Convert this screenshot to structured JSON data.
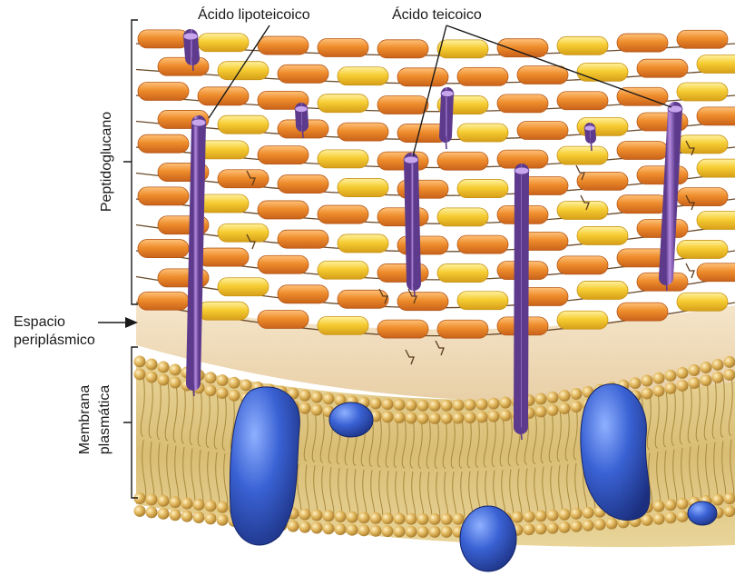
{
  "labels": {
    "lipoteichoic_acid": "Ácido lipoteicoico",
    "teichoic_acid": "Ácido teicoico",
    "peptidoglycan": "Peptidoglucano",
    "periplasmic_space_line1": "Espacio",
    "periplasmic_space_line2": "periplásmico",
    "plasma_membrane_line1": "Membrana",
    "plasma_membrane_line2": "plasmática"
  },
  "colors": {
    "sugar_orange": "#e8892a",
    "sugar_yellow": "#f3c52a",
    "teichoic_purple": "#8a5bb5",
    "membrane_gold": "#c9a44a",
    "protein_blue": "#2f55c7",
    "periplasm_tan": "#f1dcbd"
  }
}
